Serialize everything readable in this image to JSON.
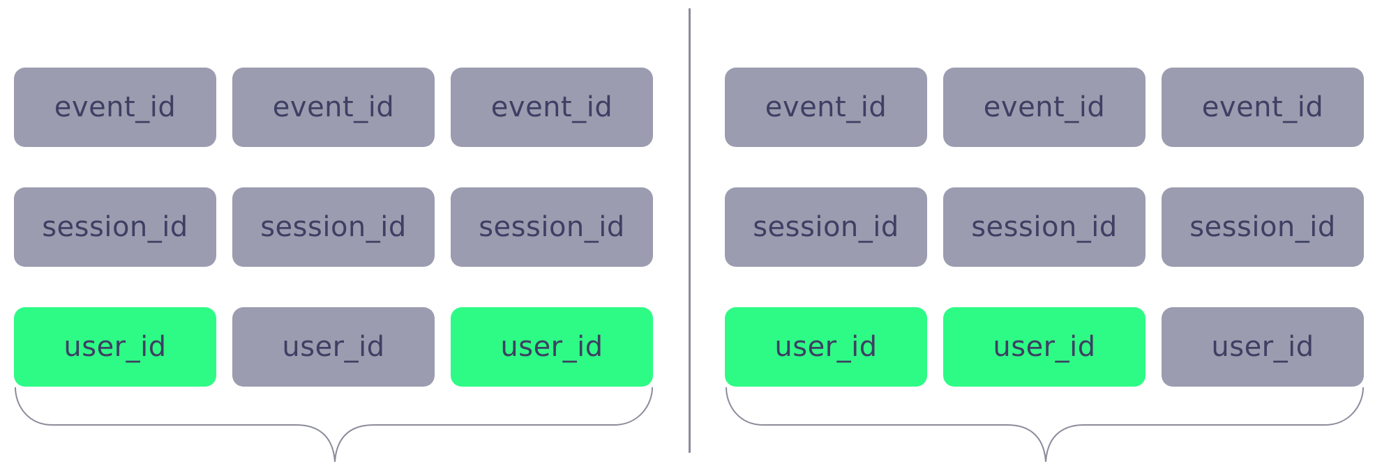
{
  "colors": {
    "default_fill": "#9b9caf",
    "highlight_fill": "#2efb85",
    "text": "#3e3f63",
    "line": "#8a8b9a"
  },
  "panels": [
    {
      "rows": [
        {
          "label": "event_id",
          "highlight": [
            false,
            false,
            false
          ]
        },
        {
          "label": "session_id",
          "highlight": [
            false,
            false,
            false
          ]
        },
        {
          "label": "user_id",
          "highlight": [
            true,
            false,
            true
          ]
        }
      ]
    },
    {
      "rows": [
        {
          "label": "event_id",
          "highlight": [
            false,
            false,
            false
          ]
        },
        {
          "label": "session_id",
          "highlight": [
            false,
            false,
            false
          ]
        },
        {
          "label": "user_id",
          "highlight": [
            true,
            true,
            false
          ]
        }
      ]
    }
  ]
}
